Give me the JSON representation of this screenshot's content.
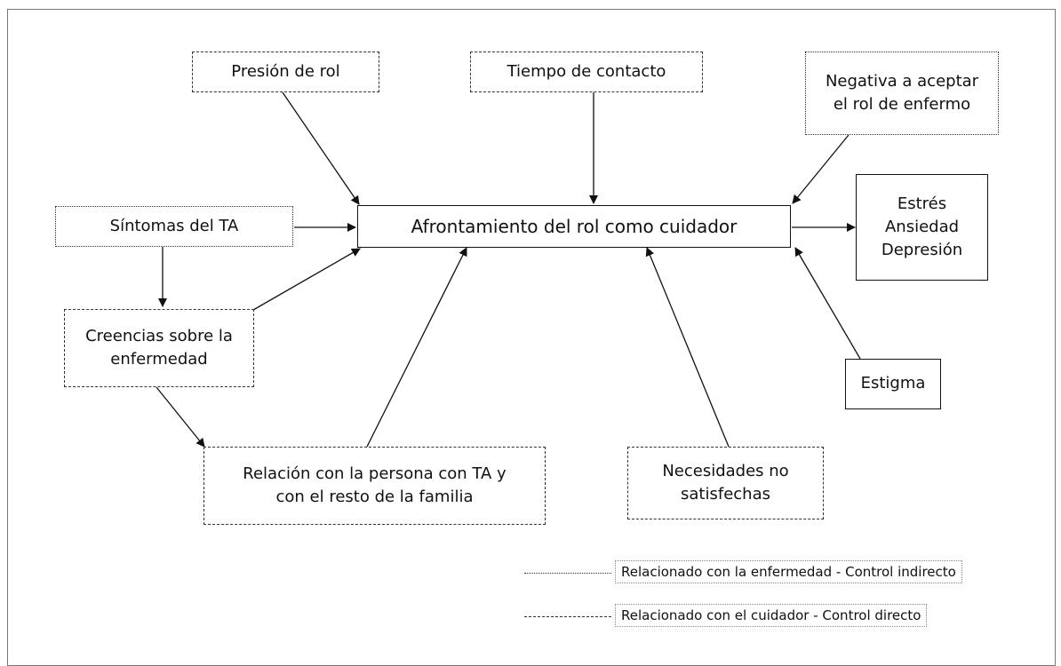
{
  "diagram": {
    "central": "Afrontamiento del rol como cuidador",
    "outcome": "Estrés\nAnsiedad\nDepresión",
    "factors": {
      "presion": "Presión de rol",
      "tiempo": "Tiempo de contacto",
      "negativa": "Negativa a aceptar\nel rol de enfermo",
      "sintomas": "Síntomas del TA",
      "creencias": "Creencias sobre la\nenfermedad",
      "relacion": "Relación con la persona con TA y\ncon el resto de la familia",
      "necesidades": "Necesidades no\nsatisfechas",
      "estigma": "Estigma"
    }
  },
  "legend": {
    "dotted_label": "Relacionado con la enfermedad - Control indirecto",
    "dashed_label": "Relacionado con el cuidador - Control directo"
  }
}
